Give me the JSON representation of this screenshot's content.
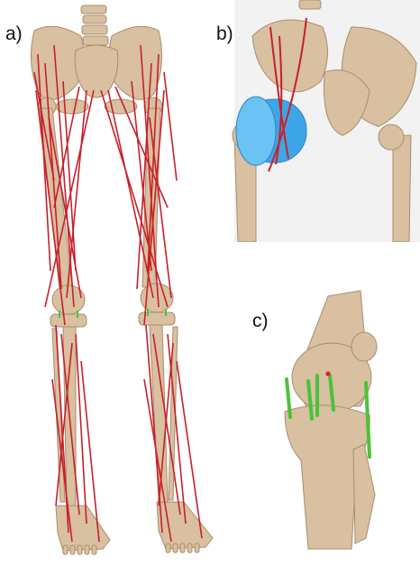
{
  "figure": {
    "panels": [
      {
        "id": "a",
        "label": "a)"
      },
      {
        "id": "b",
        "label": "b)"
      },
      {
        "id": "c",
        "label": "c)"
      }
    ]
  },
  "colors": {
    "background": "#ffffff",
    "bone": "#d8c0a0",
    "bone_shadow": "#a88d6f",
    "muscle_line": "#c8202a",
    "wrap_cylinder": "#3ea6e6",
    "ligament": "#4cc23a",
    "landmark_point": "#e0202a",
    "panel_bg_b": "#f2f2f2"
  }
}
